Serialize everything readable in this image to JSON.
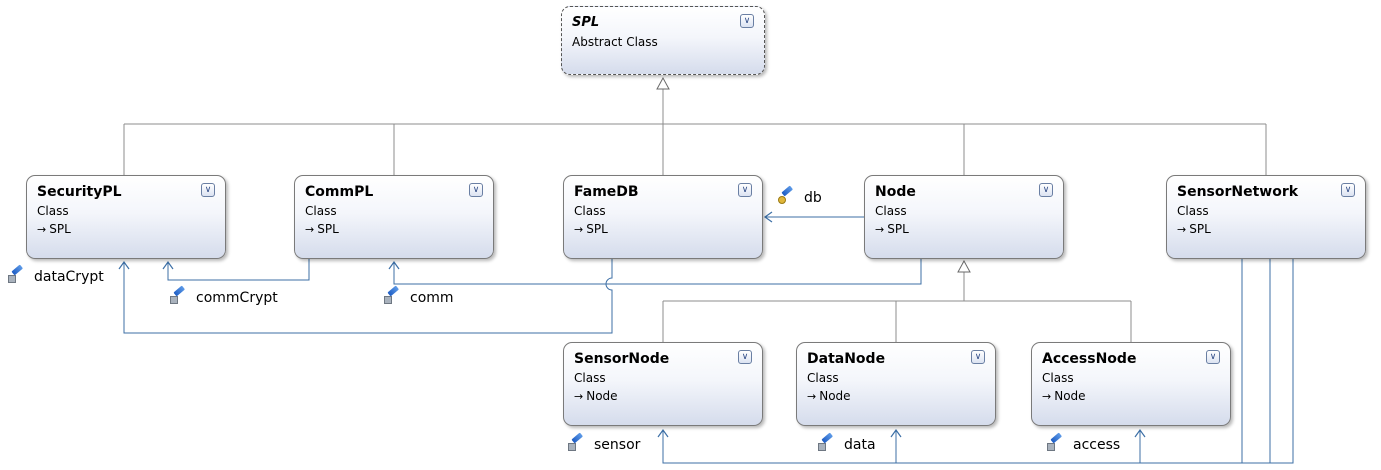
{
  "classes": {
    "spl": {
      "name": "SPL",
      "kind": "Abstract Class",
      "base": "",
      "toggle_icon": "double-chevron-down-icon"
    },
    "securitypl": {
      "name": "SecurityPL",
      "kind": "Class",
      "base": "SPL"
    },
    "commpl": {
      "name": "CommPL",
      "kind": "Class",
      "base": "SPL"
    },
    "famedb": {
      "name": "FameDB",
      "kind": "Class",
      "base": "SPL"
    },
    "node": {
      "name": "Node",
      "kind": "Class",
      "base": "SPL"
    },
    "sensornetwork": {
      "name": "SensorNetwork",
      "kind": "Class",
      "base": "SPL"
    },
    "sensornode": {
      "name": "SensorNode",
      "kind": "Class",
      "base": "Node"
    },
    "datanode": {
      "name": "DataNode",
      "kind": "Class",
      "base": "Node"
    },
    "accessnode": {
      "name": "AccessNode",
      "kind": "Class",
      "base": "Node"
    }
  },
  "associations": {
    "db": {
      "label": "db",
      "icon": "key-field-icon"
    },
    "datacrypt": {
      "label": "dataCrypt",
      "icon": "field-icon"
    },
    "commcrypt": {
      "label": "commCrypt",
      "icon": "field-icon"
    },
    "comm": {
      "label": "comm",
      "icon": "field-icon"
    },
    "sensor": {
      "label": "sensor",
      "icon": "field-icon"
    },
    "data": {
      "label": "data",
      "icon": "field-icon"
    },
    "access": {
      "label": "access",
      "icon": "field-icon"
    }
  },
  "glyphs": {
    "toggle": "∨",
    "inherits": "→"
  },
  "colors": {
    "inheritance_line": "#8c8c8c",
    "association_line": "#3c6fa6",
    "box_top": "#ffffff",
    "box_bottom": "#d5dcec"
  }
}
